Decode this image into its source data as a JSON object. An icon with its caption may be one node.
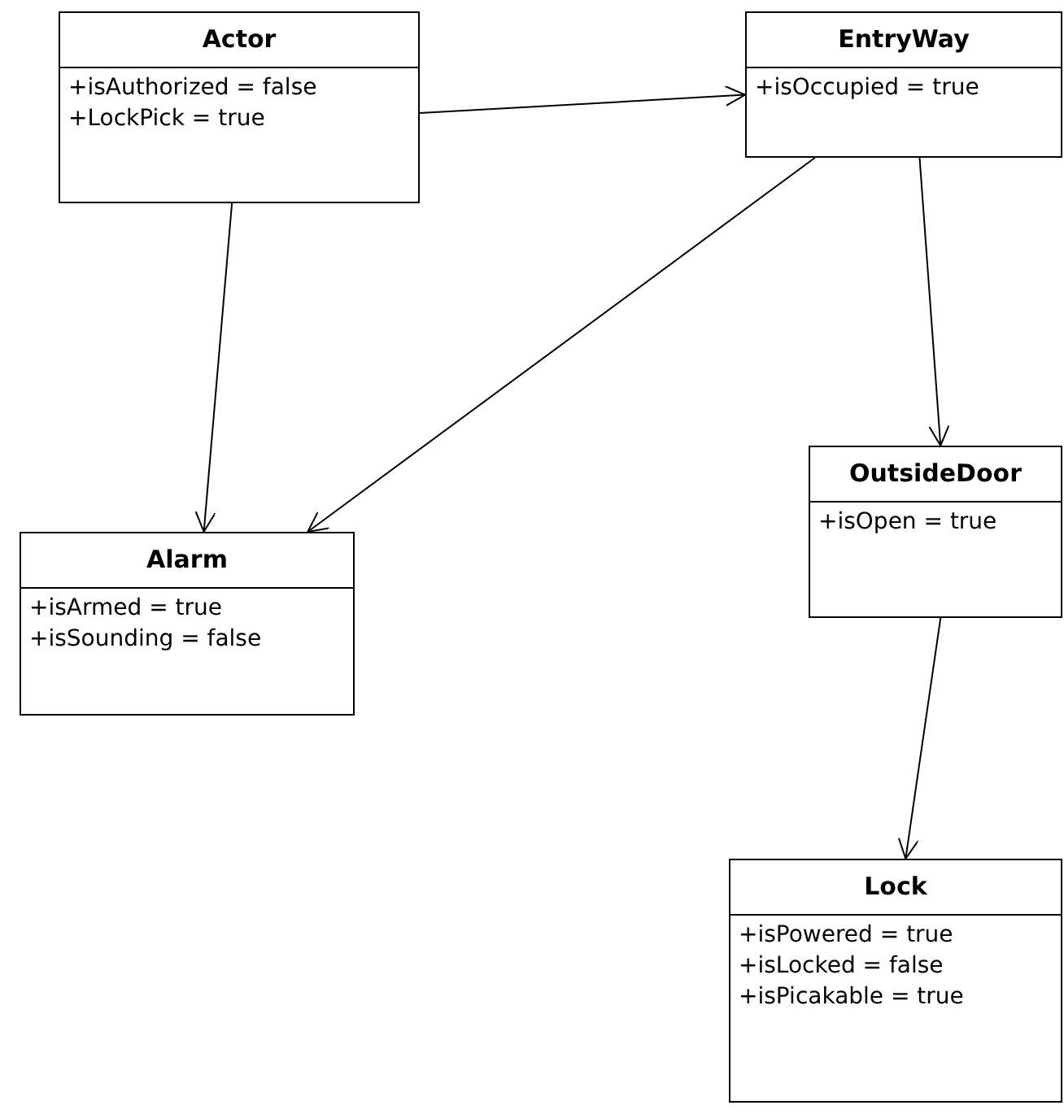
{
  "diagram": {
    "nodes": [
      {
        "text": [
          "Actor",
          "+isAuthorized = false",
          "+LockPick = true"
        ]
      },
      {
        "text": [
          "EntryWay",
          "+isOccupied = true"
        ]
      },
      {
        "text": [
          "OutsideDoor",
          "+isOpen = true"
        ]
      },
      {
        "text": [
          "Alarm",
          "+isArmed = true",
          "+isSounding = false"
        ]
      },
      {
        "text": [
          "Lock",
          "+isPowered = true",
          "+isLocked = false",
          "+isPicakable = true"
        ]
      }
    ],
    "edges": [
      {
        "from": 0,
        "to": 1,
        "arrow": "to"
      },
      {
        "from": 0,
        "to": 3,
        "arrow": "to"
      },
      {
        "from": 1,
        "to": 3,
        "arrow": "to"
      },
      {
        "from": 1,
        "to": 2,
        "arrow": "to"
      },
      {
        "from": 2,
        "to": 4,
        "arrow": "to"
      }
    ]
  }
}
